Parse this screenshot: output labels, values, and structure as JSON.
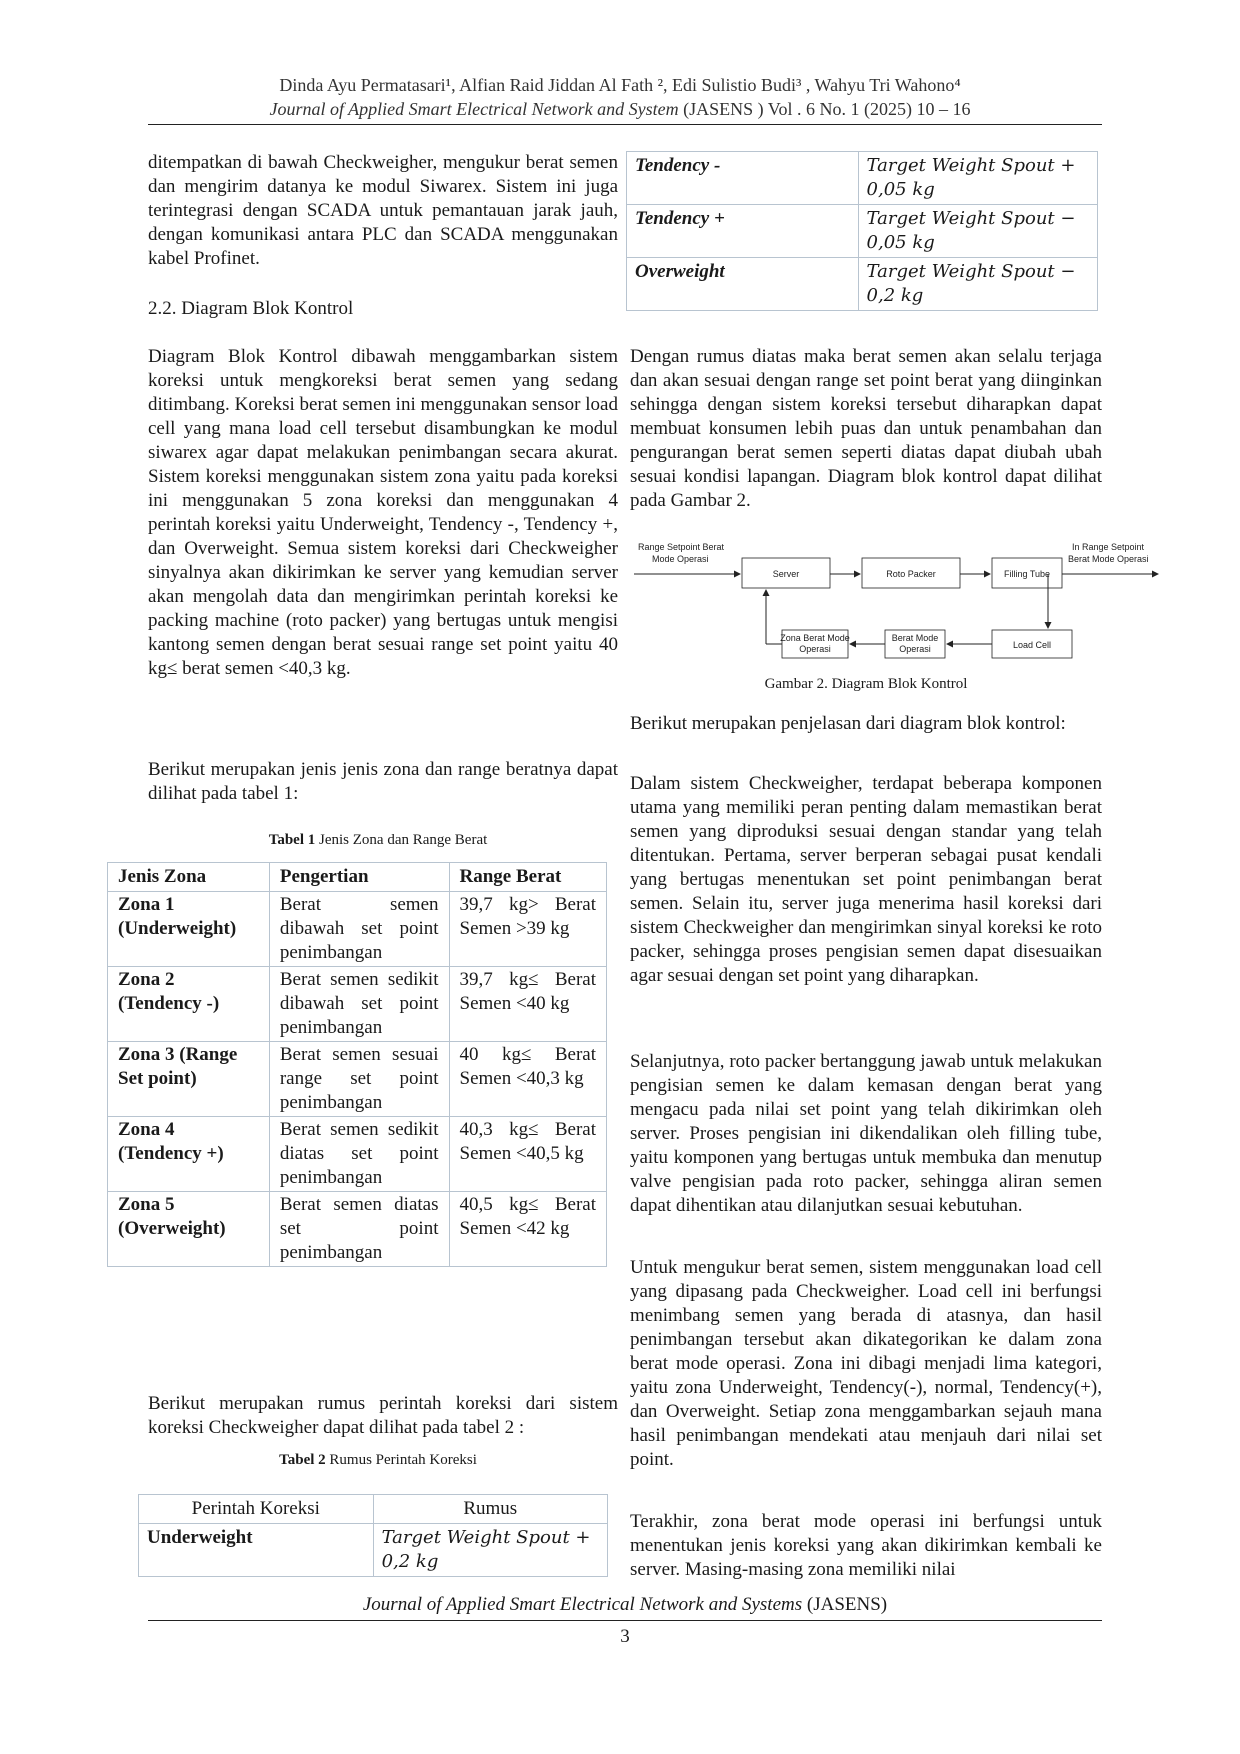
{
  "header": {
    "authors": "Dinda Ayu Permatasari¹, Alfian Raid Jiddan Al Fath ², Edi Sulistio Budi³ , Wahyu Tri Wahono⁴",
    "journal_italic": "Journal of Applied Smart Electrical Network and System",
    "journal_rest": " (JASENS ) Vol . 6 No. 1 (2025) 10 – 16"
  },
  "left": {
    "p1": "ditempatkan di bawah Checkweigher, mengukur berat semen dan mengirim datanya ke modul Siwarex. Sistem ini juga terintegrasi dengan SCADA untuk pemantauan jarak jauh, dengan komunikasi antara PLC dan SCADA menggunakan kabel Profinet.",
    "section": "2.2. Diagram Blok Kontrol",
    "p2": "Diagram Blok Kontrol dibawah menggambarkan sistem koreksi untuk mengkoreksi berat semen yang sedang ditimbang. Koreksi berat semen ini menggunakan sensor load cell yang mana load cell tersebut disambungkan ke modul siwarex agar dapat melakukan penimbangan secara akurat. Sistem koreksi menggunakan sistem zona yaitu pada koreksi ini menggunakan 5 zona koreksi dan menggunakan 4 perintah koreksi yaitu Underweight, Tendency -, Tendency +, dan Overweight. Semua sistem koreksi dari Checkweigher sinyalnya akan dikirimkan ke server yang kemudian server akan mengolah data dan mengirimkan perintah koreksi ke packing machine (roto packer) yang bertugas untuk mengisi kantong semen dengan berat sesuai range set point yaitu 40 kg≤ berat semen <40,3 kg.",
    "p3": "Berikut merupakan jenis jenis zona dan range beratnya dapat dilihat pada tabel 1:",
    "table1_caption_bold": "Tabel 1",
    "table1_caption_rest": " Jenis Zona dan Range Berat",
    "table1_headers": [
      "Jenis Zona",
      "Pengertian",
      "Range Berat"
    ],
    "table1_rows": [
      [
        "Zona 1 (Underweight)",
        "Berat semen dibawah set point penimbangan",
        "39,7 kg> Berat Semen >39 kg"
      ],
      [
        "Zona 2 (Tendency -)",
        "Berat semen sedikit dibawah set point penimbangan",
        "39,7 kg≤ Berat Semen <40 kg"
      ],
      [
        "Zona 3 (Range Set point)",
        "Berat semen sesuai range set point penimbangan",
        "40 kg≤ Berat Semen <40,3 kg"
      ],
      [
        "Zona 4 (Tendency +)",
        "Berat semen sedikit diatas set point penimbangan",
        "40,3 kg≤ Berat Semen <40,5 kg"
      ],
      [
        "Zona 5 (Overweight)",
        "Berat semen diatas set point penimbangan",
        "40,5 kg≤ Berat Semen <42 kg"
      ]
    ],
    "p4": "Berikut merupakan rumus perintah koreksi dari sistem koreksi Checkweigher dapat dilihat pada tabel 2 :",
    "table2_caption_bold": "Tabel 2",
    "table2_caption_rest": " Rumus Perintah Koreksi",
    "table2_headers": [
      "Perintah Koreksi",
      "Rumus"
    ],
    "table2_row": [
      "Underweight",
      "Target Weight Spout + 0,2 kg"
    ]
  },
  "right": {
    "table3_rows": [
      [
        "Tendency -",
        "Target Weight Spout + 0,05 kg"
      ],
      [
        "Tendency +",
        "Target Weight Spout − 0,05 kg"
      ],
      [
        "Overweight",
        "Target Weight Spout − 0,2 kg"
      ]
    ],
    "p1": "Dengan rumus diatas maka berat semen akan selalu terjaga dan akan sesuai dengan range set point berat yang diinginkan sehingga dengan sistem koreksi tersebut diharapkan dapat membuat konsumen lebih puas dan untuk penambahan dan pengurangan berat semen seperti diatas dapat diubah ubah sesuai kondisi lapangan. Diagram blok kontrol dapat dilihat pada Gambar 2.",
    "diagram": {
      "input_label_1": "Range Setpoint Berat",
      "input_label_2": "Mode Operasi",
      "output_label_1": "In Range Setpoint",
      "output_label_2": "Berat Mode Operasi",
      "server": "Server",
      "roto_packer": "Roto Packer",
      "filling_tube": "Filling Tube",
      "zona_1": "Zona Berat Mode",
      "zona_2": "Operasi",
      "berat_1": "Berat Mode",
      "berat_2": "Operasi",
      "load_cell": "Load Cell"
    },
    "figure_caption": "Gambar 2. Diagram Blok Kontrol",
    "p2": "Berikut merupakan penjelasan dari diagram blok kontrol:",
    "p3": "Dalam sistem Checkweigher, terdapat beberapa komponen utama yang memiliki peran penting dalam memastikan berat semen yang diproduksi sesuai dengan standar yang telah ditentukan. Pertama, server berperan sebagai pusat kendali yang bertugas menentukan set point penimbangan berat semen. Selain itu, server juga menerima hasil koreksi dari sistem Checkweigher dan mengirimkan sinyal koreksi ke roto packer, sehingga proses pengisian semen dapat disesuaikan agar sesuai dengan set point yang diharapkan.",
    "p4": "Selanjutnya, roto packer bertanggung jawab untuk melakukan pengisian semen ke dalam kemasan dengan berat yang mengacu pada nilai set point yang telah dikirimkan oleh server. Proses pengisian ini dikendalikan oleh filling tube, yaitu komponen yang bertugas untuk membuka dan menutup valve pengisian pada roto packer, sehingga aliran semen dapat dihentikan atau dilanjutkan sesuai kebutuhan.",
    "p5": "Untuk mengukur berat semen, sistem menggunakan load cell yang dipasang pada Checkweigher. Load cell ini berfungsi menimbang semen yang berada di atasnya, dan hasil penimbangan tersebut akan dikategorikan ke dalam zona berat mode operasi. Zona ini dibagi menjadi lima kategori, yaitu zona Underweight, Tendency(-), normal, Tendency(+), dan Overweight. Setiap zona menggambarkan sejauh mana hasil penimbangan mendekati atau menjauh dari nilai set point.",
    "p6": "Terakhir, zona berat mode operasi ini berfungsi untuk menentukan jenis koreksi yang akan dikirimkan kembali ke server. Masing-masing zona memiliki nilai"
  },
  "footer": {
    "journal_italic": "Journal of Applied Smart Electrical Network and Systems",
    "journal_rest": " (JASENS)",
    "page": "3"
  }
}
